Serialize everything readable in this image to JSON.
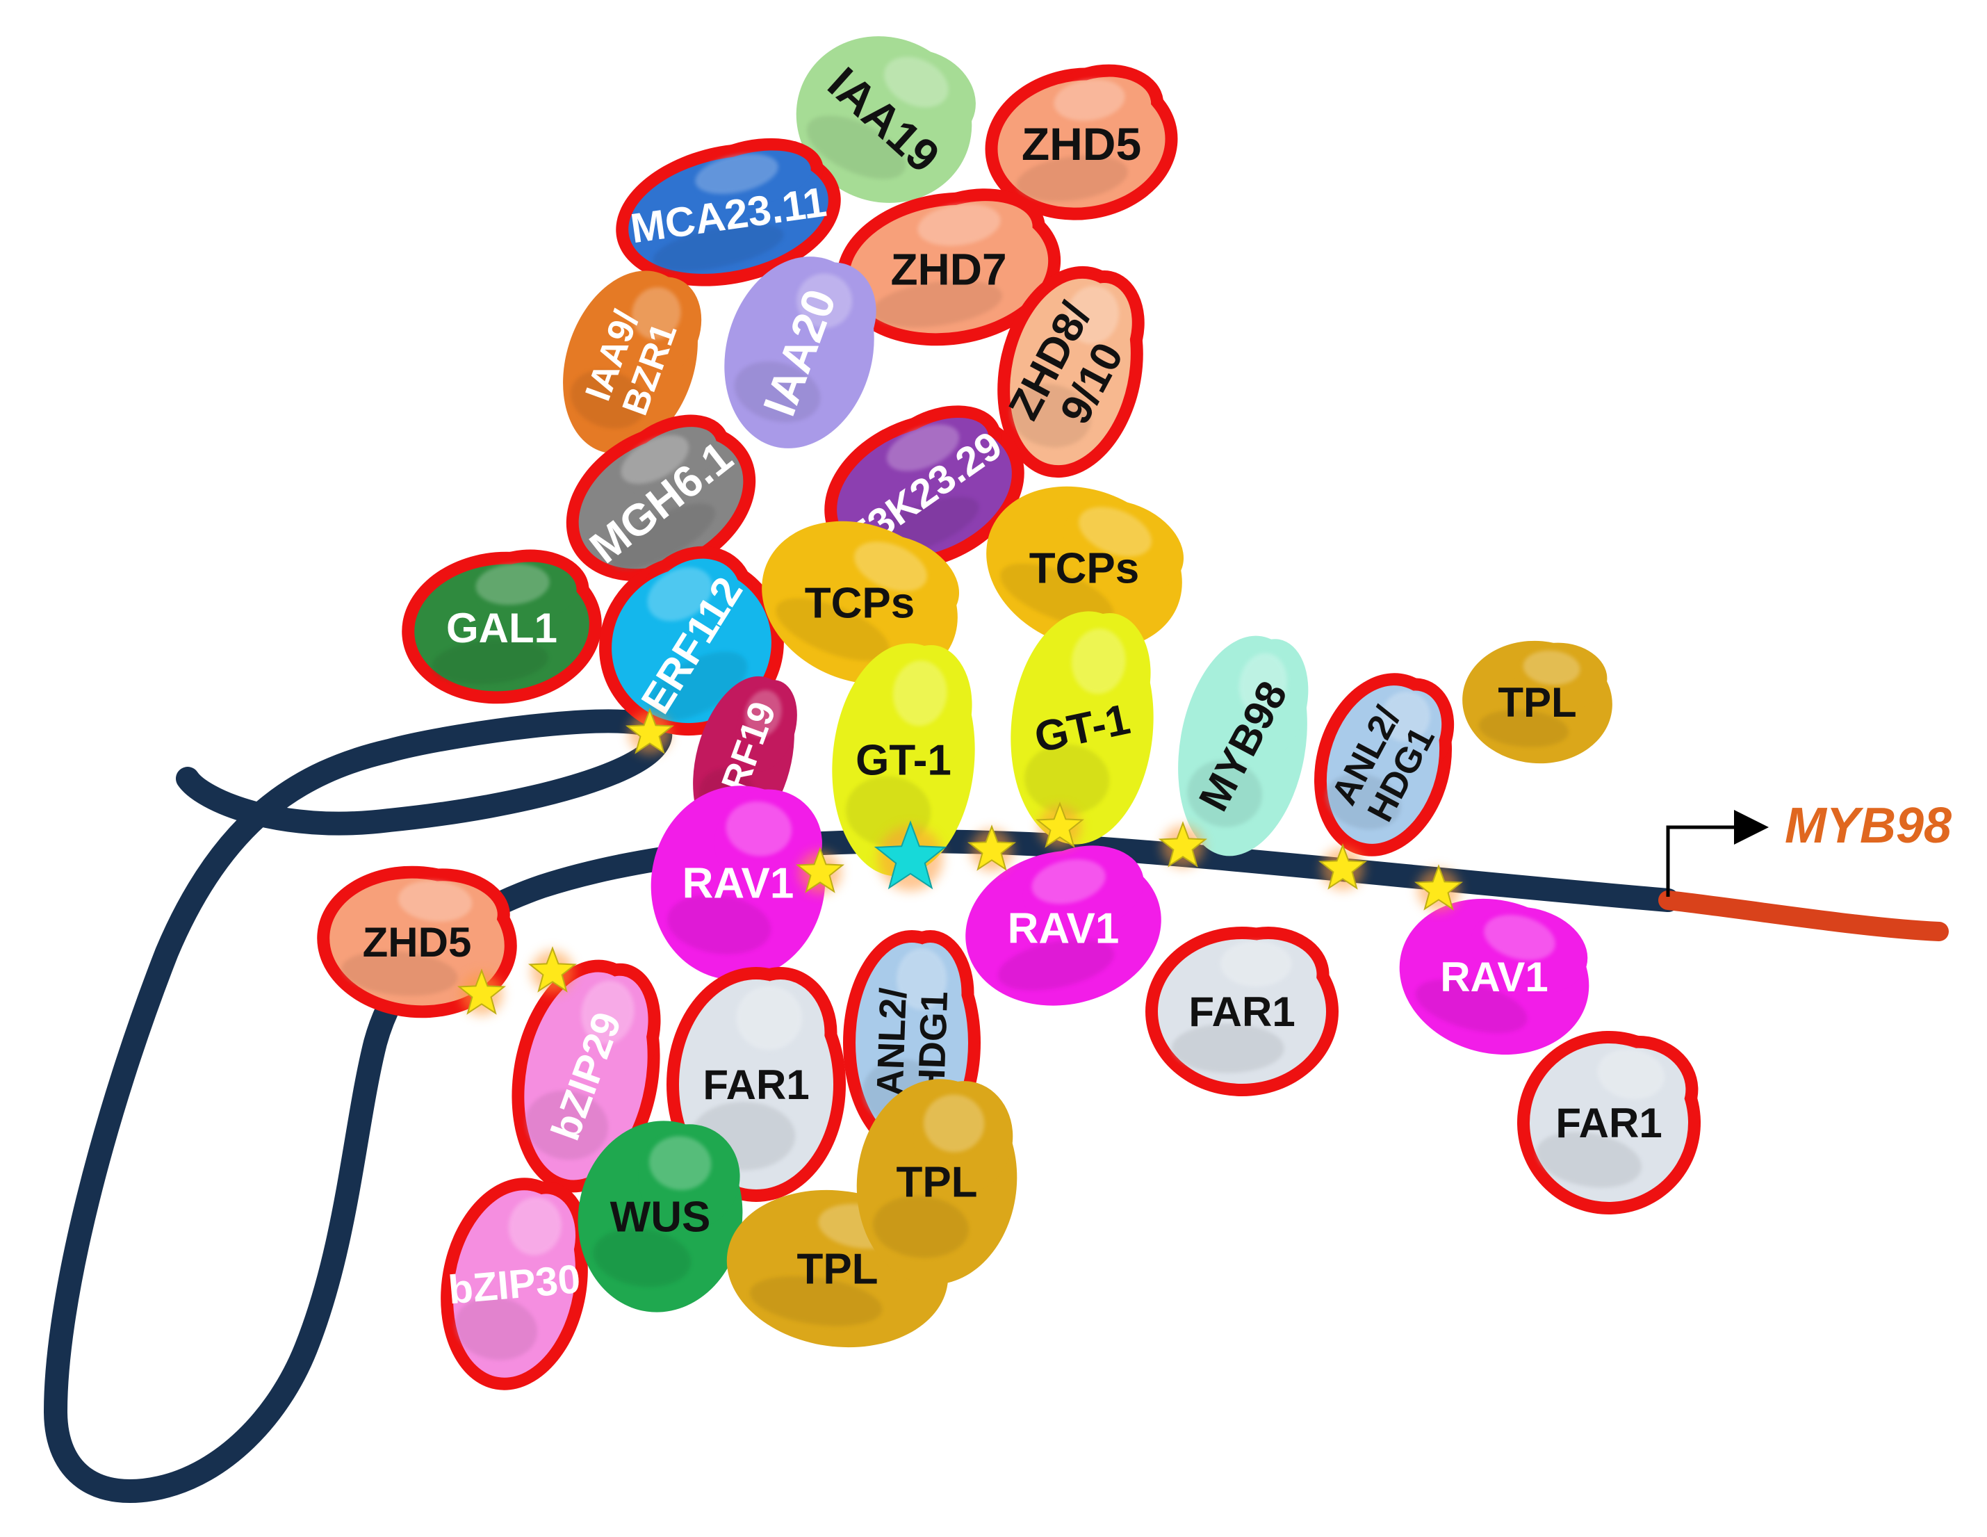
{
  "gene": {
    "label": "MYB98",
    "color": "#e0671f"
  },
  "colors": {
    "dna": "#17304f",
    "promoter_tail": "#d9421b",
    "outline": "#ee1111",
    "star": "#ffe81a",
    "star_tfbs_cyan": "#17d9d9"
  },
  "factors": [
    {
      "id": "iaa19",
      "label": "IAA19",
      "color": "#a6dc95",
      "text": "dark",
      "outlined": false
    },
    {
      "id": "zhd5-top",
      "label": "ZHD5",
      "color": "#f7a07a",
      "text": "dark",
      "outlined": true
    },
    {
      "id": "mca23-11",
      "label": "MCA23.11",
      "color": "#2f73d0",
      "text": "light",
      "outlined": true
    },
    {
      "id": "zhd7",
      "label": "ZHD7",
      "color": "#f7a07a",
      "text": "dark",
      "outlined": true
    },
    {
      "id": "iaa9-bzr1",
      "label": "IAA9/ BZR1",
      "color": "#e57a25",
      "text": "light",
      "outlined": false
    },
    {
      "id": "iaa20",
      "label": "IAA20",
      "color": "#a99ae8",
      "text": "light",
      "outlined": false
    },
    {
      "id": "zhd8-9-10",
      "label": "ZHD8/ 9/10",
      "color": "#f7b88f",
      "text": "dark",
      "outlined": true
    },
    {
      "id": "mgh6-1",
      "label": "MGH6.1",
      "color": "#858585",
      "text": "light",
      "outlined": true
    },
    {
      "id": "f3k23-29",
      "label": "F3K23.29",
      "color": "#8c3fb0",
      "text": "light",
      "outlined": true
    },
    {
      "id": "gal1",
      "label": "GAL1",
      "color": "#2f8a3e",
      "text": "light",
      "outlined": true
    },
    {
      "id": "erf112",
      "label": "ERF112",
      "color": "#14b7ec",
      "text": "light",
      "outlined": true
    },
    {
      "id": "tcps-left",
      "label": "TCPs",
      "color": "#f2bd12",
      "text": "dark",
      "outlined": false
    },
    {
      "id": "tcps-right",
      "label": "TCPs",
      "color": "#f2bd12",
      "text": "dark",
      "outlined": false
    },
    {
      "id": "gt1-left",
      "label": "GT-1",
      "color": "#e8f21a",
      "text": "dark",
      "outlined": false
    },
    {
      "id": "gt1-right",
      "label": "GT-1",
      "color": "#e8f21a",
      "text": "dark",
      "outlined": false
    },
    {
      "id": "arf19",
      "label": "ARF19",
      "color": "#c2195e",
      "text": "light",
      "outlined": false
    },
    {
      "id": "myb98-tf",
      "label": "MYB98",
      "color": "#a7efdb",
      "text": "dark",
      "outlined": false
    },
    {
      "id": "anl2-right",
      "label": "ANL2/ HDG1",
      "color": "#a9cbea",
      "text": "dark",
      "outlined": true
    },
    {
      "id": "tpl-right",
      "label": "TPL",
      "color": "#dba71a",
      "text": "dark",
      "outlined": false
    },
    {
      "id": "rav1-left",
      "label": "RAV1",
      "color": "#f21de8",
      "text": "light",
      "outlined": false
    },
    {
      "id": "rav1-mid",
      "label": "RAV1",
      "color": "#f21de8",
      "text": "light",
      "outlined": false
    },
    {
      "id": "rav1-right",
      "label": "RAV1",
      "color": "#f21de8",
      "text": "light",
      "outlined": false
    },
    {
      "id": "zhd5-left",
      "label": "ZHD5",
      "color": "#f7a07a",
      "text": "dark",
      "outlined": true
    },
    {
      "id": "bzip29",
      "label": "bZIP29",
      "color": "#f58ee0",
      "text": "light",
      "outlined": true
    },
    {
      "id": "bzip30",
      "label": "bZIP30",
      "color": "#f58ee0",
      "text": "light",
      "outlined": true
    },
    {
      "id": "far1-left",
      "label": "FAR1",
      "color": "#dde3ea",
      "text": "dark",
      "outlined": true
    },
    {
      "id": "anl2-mid",
      "label": "ANL2/ HDG1",
      "color": "#a9cbea",
      "text": "dark",
      "outlined": true
    },
    {
      "id": "far1-mid",
      "label": "FAR1",
      "color": "#dde3ea",
      "text": "dark",
      "outlined": true
    },
    {
      "id": "far1-right",
      "label": "FAR1",
      "color": "#dde3ea",
      "text": "dark",
      "outlined": true
    },
    {
      "id": "wus",
      "label": "WUS",
      "color": "#1fa84f",
      "text": "dark",
      "outlined": false
    },
    {
      "id": "tpl-upper",
      "label": "TPL",
      "color": "#dba71a",
      "text": "dark",
      "outlined": false
    },
    {
      "id": "tpl-lower",
      "label": "TPL",
      "color": "#dba71a",
      "text": "dark",
      "outlined": false
    }
  ],
  "binding_sites": [
    {
      "id": "site-erf112",
      "kind": "star"
    },
    {
      "id": "site-rav1",
      "kind": "star"
    },
    {
      "id": "site-center",
      "kind": "star_tfbs_cyan"
    },
    {
      "id": "site-gt1-a",
      "kind": "star"
    },
    {
      "id": "site-gt1-b",
      "kind": "star"
    },
    {
      "id": "site-myb98",
      "kind": "star"
    },
    {
      "id": "site-anl2",
      "kind": "star"
    },
    {
      "id": "site-rav1-r",
      "kind": "star"
    },
    {
      "id": "site-zhd5",
      "kind": "star"
    },
    {
      "id": "site-bzip",
      "kind": "star"
    }
  ]
}
